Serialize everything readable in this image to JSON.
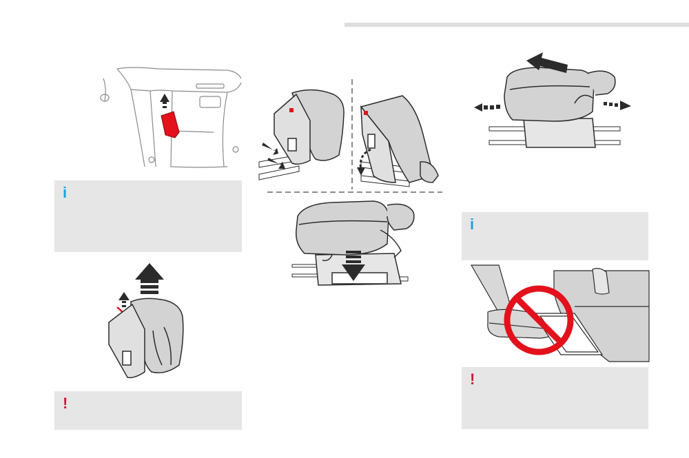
{
  "notes": {
    "info_top_left": {
      "icon": "i",
      "kind": "info",
      "color": "#1aa3dd"
    },
    "warn_bottom_left": {
      "icon": "!",
      "kind": "warning",
      "color": "#d2143a"
    },
    "info_right": {
      "icon": "i",
      "kind": "info",
      "color": "#1aa3dd"
    },
    "warn_bottom_right": {
      "icon": "!",
      "kind": "warning",
      "color": "#d2143a"
    }
  },
  "colors": {
    "accent_red": "#e3111b",
    "note_background": "#e6e6e6",
    "header_rule": "#dedede",
    "line_art": "#2b2b2b",
    "seat_fill": "#cfcfcf"
  },
  "illustrations": [
    {
      "id": "release-lever",
      "icons": [
        "lever-icon",
        "up-arrow-icon"
      ]
    },
    {
      "id": "seat-lift-tilted",
      "icons": [
        "up-arrow-icon",
        "prohibited-cross-icon"
      ]
    },
    {
      "id": "seat-fold-sequence",
      "icons": [
        "push-arrow-icon",
        "curved-arrow-icon"
      ]
    },
    {
      "id": "seat-lower-into-rails",
      "icons": [
        "down-arrow-icon"
      ]
    },
    {
      "id": "seat-slide",
      "icons": [
        "left-arrow-icon",
        "right-arrow-icon"
      ]
    },
    {
      "id": "no-foot-on-rails",
      "icons": [
        "no-entry-icon"
      ]
    }
  ]
}
